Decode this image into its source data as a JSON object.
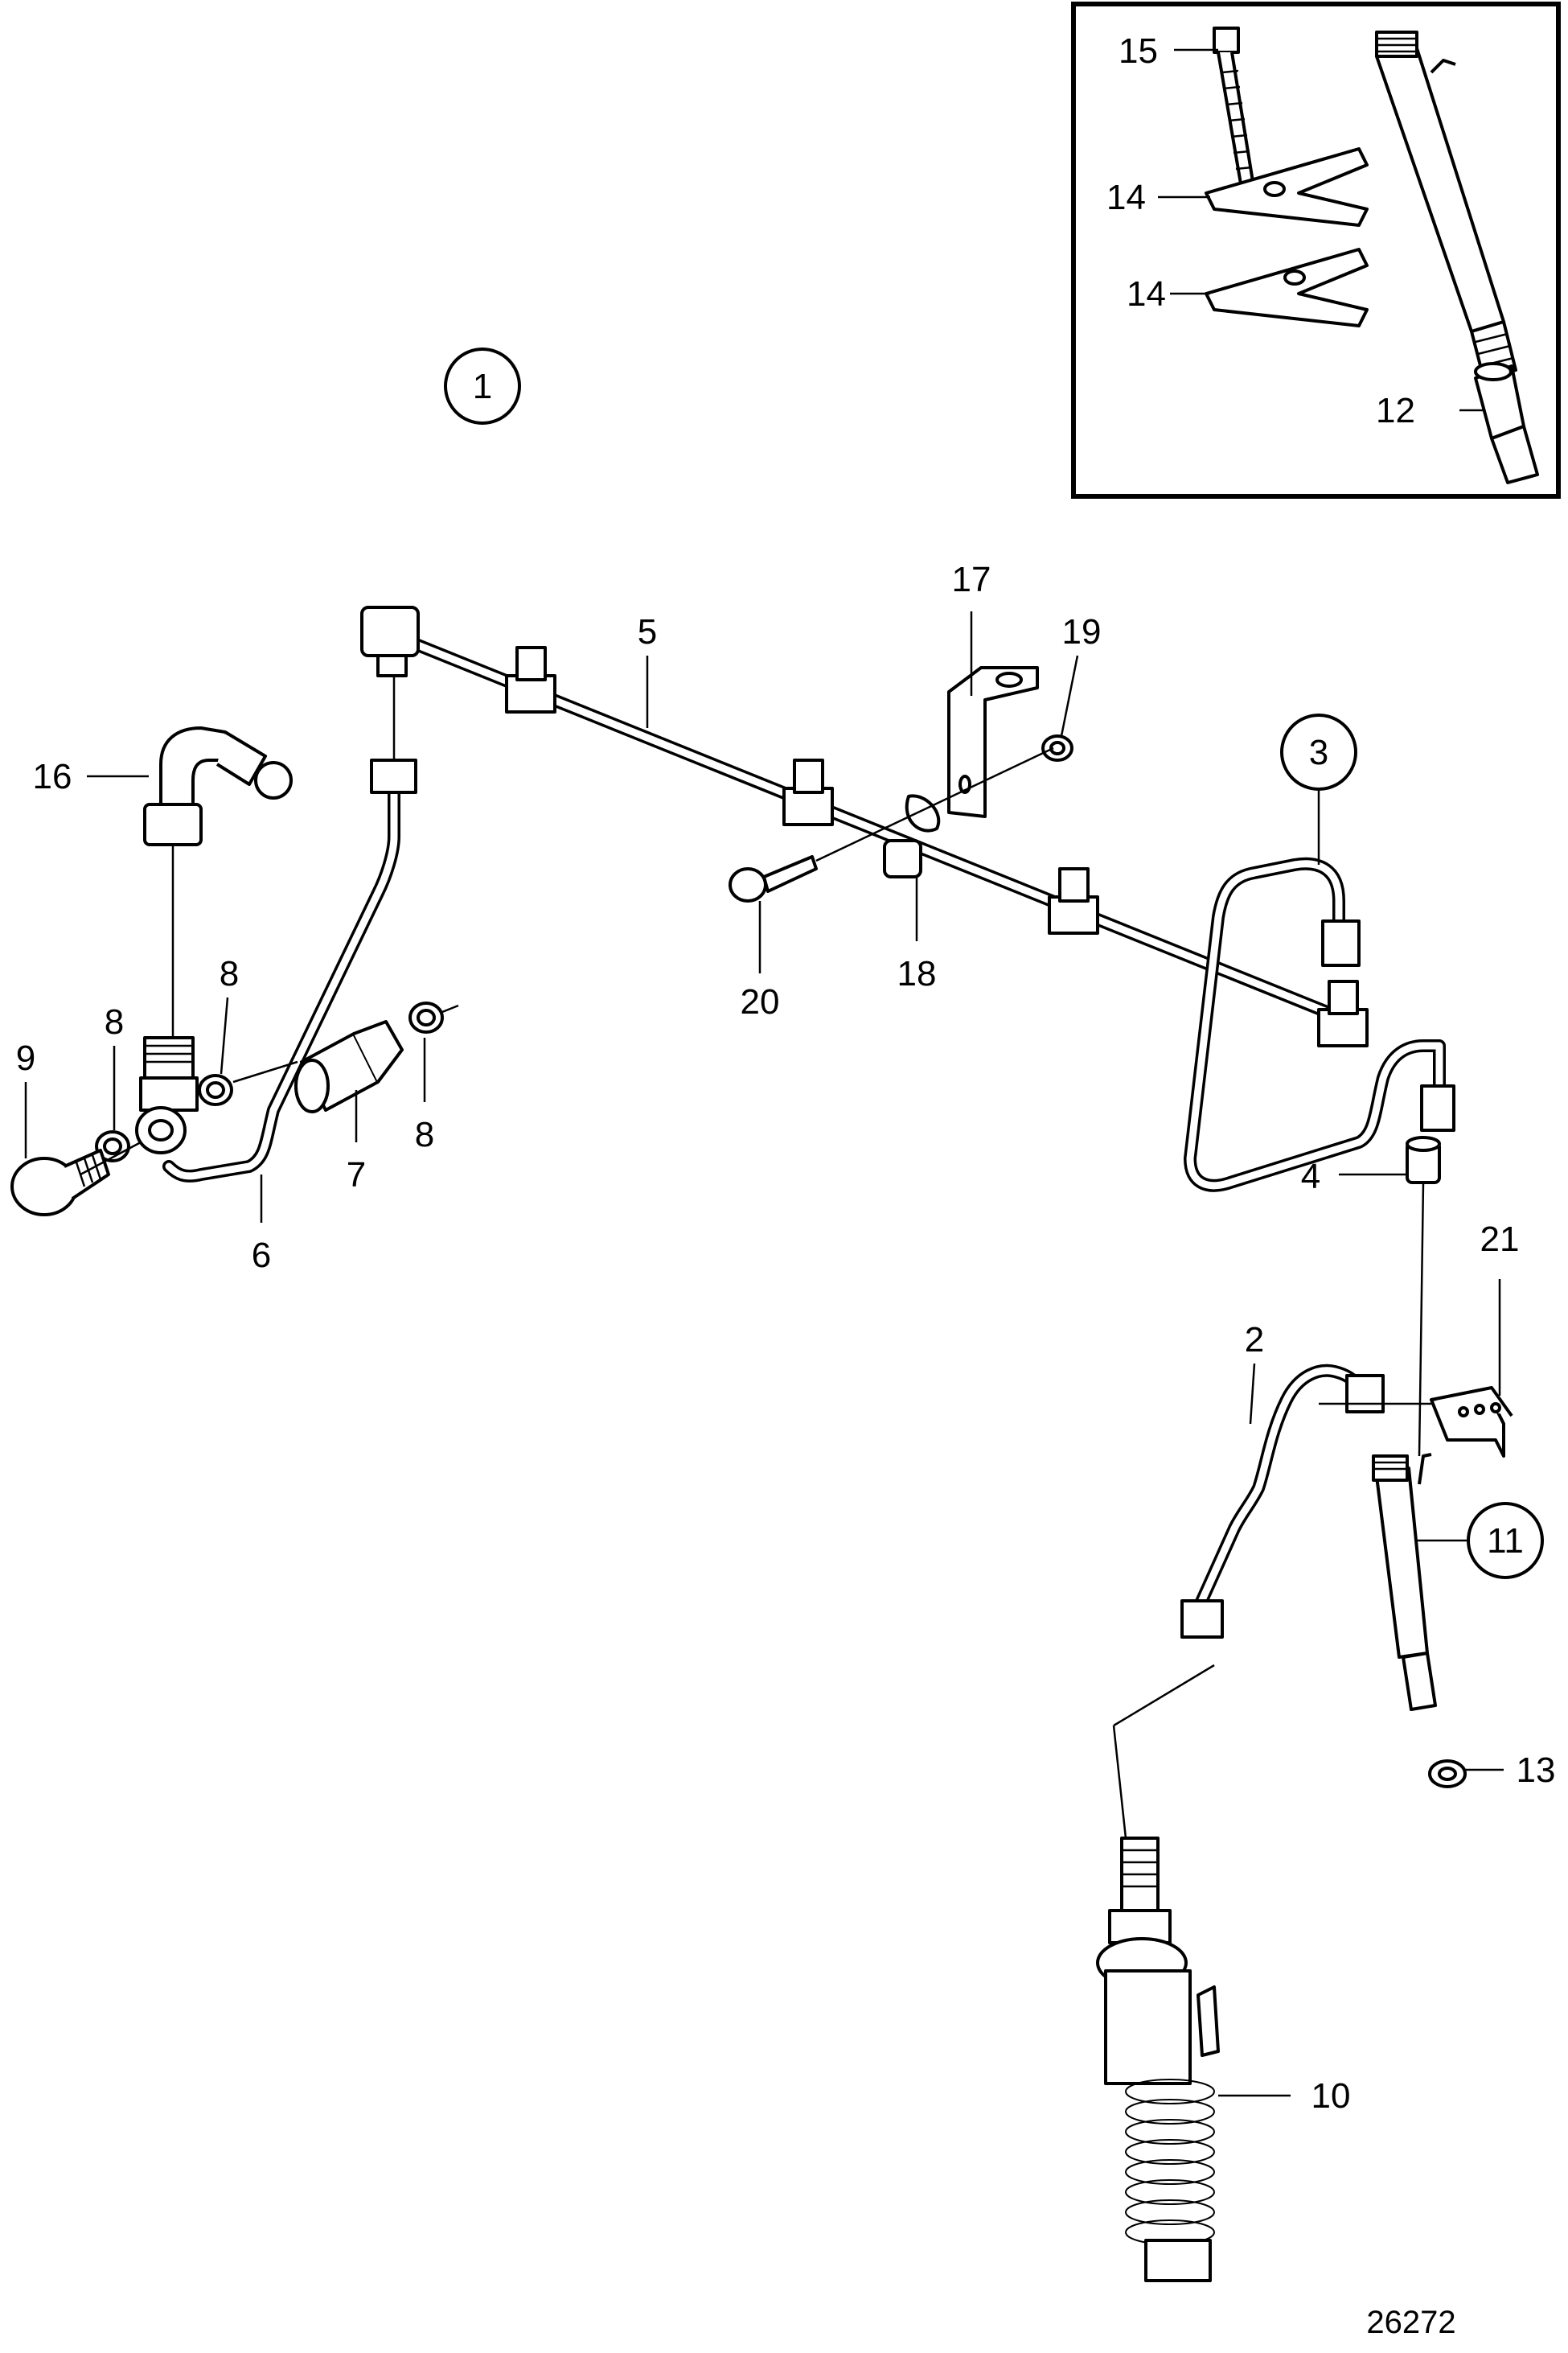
{
  "diagram": {
    "figure_number": "26272",
    "callouts_circled": [
      "1",
      "3",
      "11"
    ],
    "callouts": {
      "c1": "1",
      "c2": "2",
      "c3": "3",
      "c4": "4",
      "c5": "5",
      "c6": "6",
      "c7": "7",
      "c8a": "8",
      "c8b": "8",
      "c8c": "8",
      "c9": "9",
      "c10": "10",
      "c11": "11",
      "c12": "12",
      "c13": "13",
      "c14a": "14",
      "c14b": "14",
      "c15": "15",
      "c16": "16",
      "c17": "17",
      "c18": "18",
      "c19": "19",
      "c20": "20",
      "c21": "21"
    }
  }
}
